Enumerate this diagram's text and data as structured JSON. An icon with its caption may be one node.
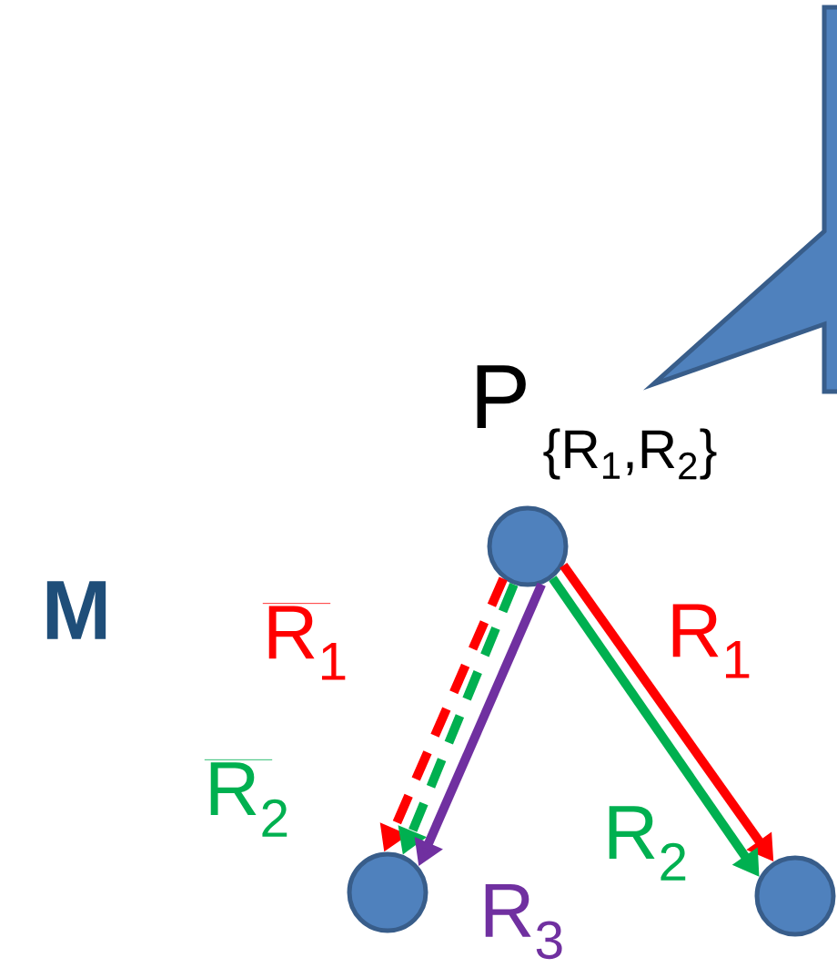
{
  "diagram": {
    "nodes": [
      {
        "text": [],
        "shape": "circle",
        "beside": [
          "P",
          "{R$_{1}$,R$_{2}$}"
        ]
      },
      {
        "text": [],
        "shape": "circle"
      },
      {
        "text": [],
        "shape": "circle"
      }
    ],
    "edges": [
      {
        "from": 0,
        "to": 1,
        "arrow": "to",
        "style": "dashed",
        "color": "#ff0000",
        "label": "R$_{1}$"
      },
      {
        "from": 0,
        "to": 1,
        "arrow": "to",
        "style": "dashed",
        "color": "#00b050",
        "label": "R$_{2}$"
      },
      {
        "from": 0,
        "to": 1,
        "arrow": "to",
        "color": "#7030a0",
        "label": "R$_{3}$"
      },
      {
        "from": 0,
        "to": 2,
        "arrow": "to",
        "color": "#ff0000",
        "label": "R$_{1}$"
      },
      {
        "from": 0,
        "to": 2,
        "arrow": "to",
        "color": "#00b050",
        "label": "R$_{2}$"
      }
    ],
    "labels": [
      "M"
    ]
  }
}
